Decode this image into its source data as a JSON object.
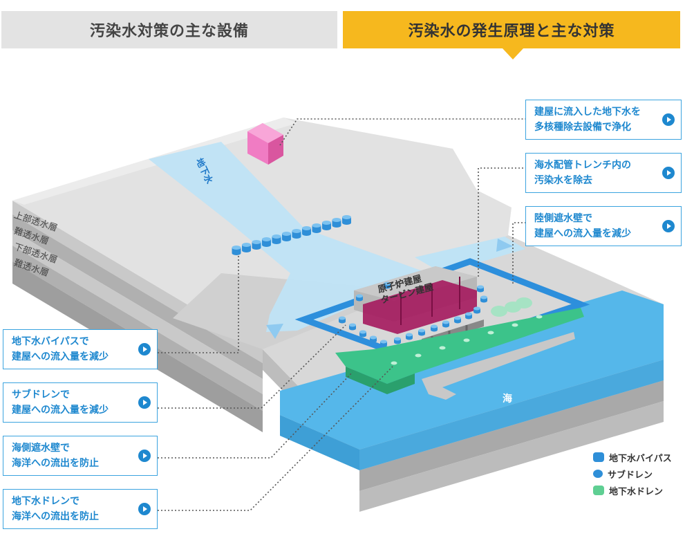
{
  "tabs": {
    "left": "汚染水対策の主な設備",
    "right": "汚染水の発生原理と主な対策"
  },
  "layers": [
    "上部透水層",
    "難透水層",
    "下部透水層",
    "難透水層"
  ],
  "labels": {
    "groundwater": "地下水",
    "buildings_line1": "原子炉建屋",
    "buildings_line2": "タービン建屋",
    "sea": "海"
  },
  "callouts_right": [
    {
      "line1": "建屋に流入した地下水を",
      "line2": "多核種除去設備で浄化"
    },
    {
      "line1": "海水配管トレンチ内の",
      "line2": "汚染水を除去"
    },
    {
      "line1": "陸側遮水壁で",
      "line2": "建屋への流入量を減少"
    }
  ],
  "callouts_left": [
    {
      "line1": "地下水バイパスで",
      "line2": "建屋への流入量を減少"
    },
    {
      "line1": "サブドレンで",
      "line2": "建屋への流入量を減少"
    },
    {
      "line1": "海側遮水壁で",
      "line2": "海洋への流出を防止"
    },
    {
      "line1": "地下水ドレンで",
      "line2": "海洋への流出を防止"
    }
  ],
  "legend": [
    {
      "label": "地下水バイパス",
      "color": "#2f8fd8"
    },
    {
      "label": "サブドレン",
      "color": "#2f8fd8"
    },
    {
      "label": "地下水ドレン",
      "color": "#5fcf93"
    }
  ],
  "colors": {
    "accent_tab": "#f6b81e",
    "callout_blue": "#1e88cf",
    "sea": "#55b7ea",
    "groundwater": "#bfe3f5",
    "building_magenta": "#a5195e",
    "seawall_green": "#3cc38a",
    "alps_pink": "#f07cc3"
  }
}
